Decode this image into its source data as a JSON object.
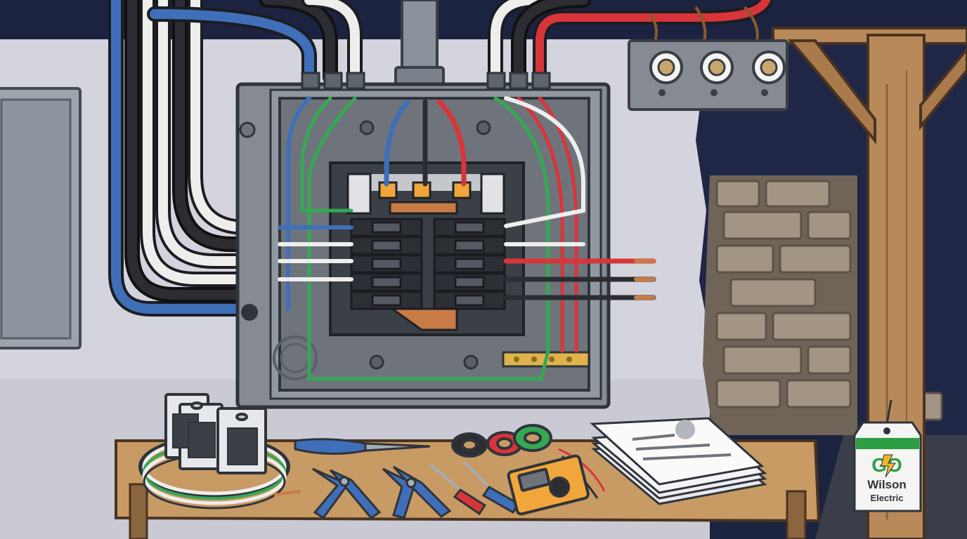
{
  "scene": {
    "description_visible_text_only": true
  },
  "tag": {
    "logo_text": "GO",
    "line1": "Wilson",
    "line2": "Electric"
  },
  "palette": {
    "wall": "#d3d4dd",
    "ceiling": "#1c2340",
    "panel": "#858a93",
    "panel_inner": "#6f747c",
    "wood": "#b88a5a",
    "table_top": "#c89a64",
    "brick": "#8a7d6e",
    "wire_blue": "#3f6fb8",
    "wire_red": "#d8353a",
    "wire_green": "#34a853",
    "wire_black": "#2b2d33",
    "wire_white": "#eeeeec",
    "copper": "#c87b45",
    "multimeter": "#f0a63a",
    "tag_green": "#2e9e44",
    "tag_bolt": "#f0b52d"
  },
  "icons": [
    "breaker-panel-icon",
    "fuse-block-icon",
    "wire-coil-icon",
    "breaker-package-icon",
    "pliers-icon",
    "wire-stripper-icon",
    "screwdriver-icon",
    "electrical-tape-icon",
    "multimeter-icon",
    "paper-stack-icon",
    "hang-tag-icon"
  ]
}
